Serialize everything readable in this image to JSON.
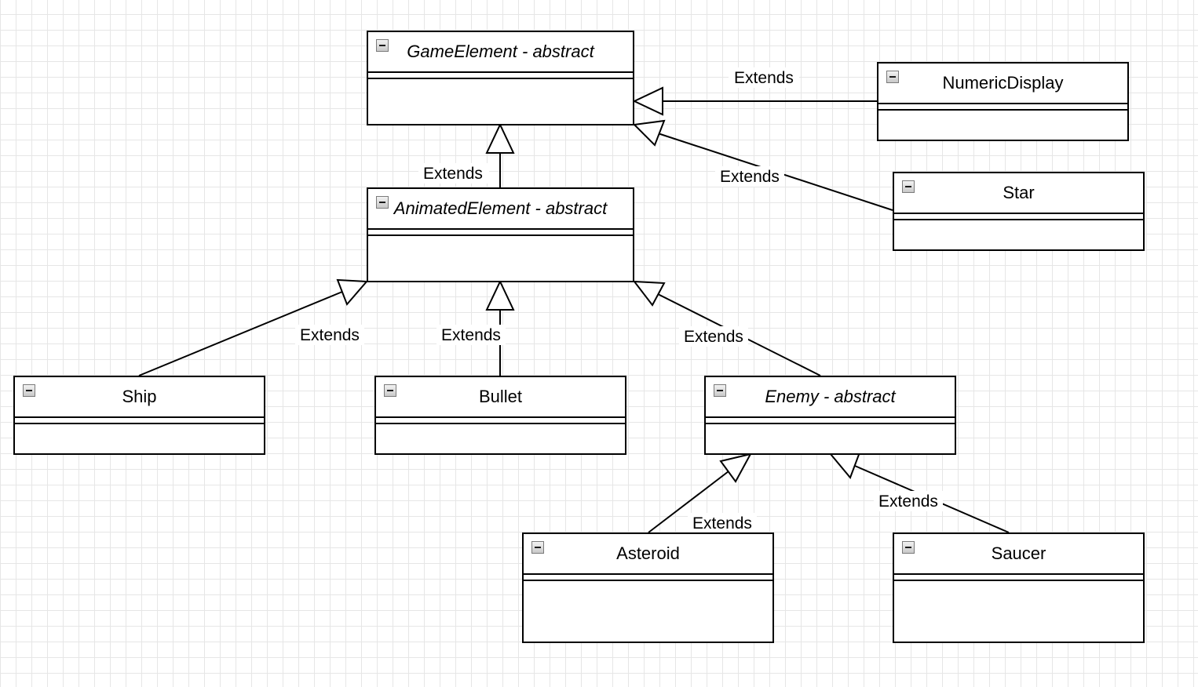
{
  "diagram": {
    "classes": {
      "game_element": {
        "name": "GameElement - abstract",
        "italic": true
      },
      "numeric_display": {
        "name": "NumericDisplay",
        "italic": false
      },
      "star": {
        "name": "Star",
        "italic": false
      },
      "animated_element": {
        "name": "AnimatedElement - abstract",
        "italic": true
      },
      "ship": {
        "name": "Ship",
        "italic": false
      },
      "bullet": {
        "name": "Bullet",
        "italic": false
      },
      "enemy": {
        "name": "Enemy - abstract",
        "italic": true
      },
      "asteroid": {
        "name": "Asteroid",
        "italic": false
      },
      "saucer": {
        "name": "Saucer",
        "italic": false
      }
    },
    "relations": [
      {
        "from": "NumericDisplay",
        "to": "GameElement - abstract",
        "label": "Extends"
      },
      {
        "from": "Star",
        "to": "GameElement - abstract",
        "label": "Extends"
      },
      {
        "from": "AnimatedElement - abstract",
        "to": "GameElement - abstract",
        "label": "Extends"
      },
      {
        "from": "Ship",
        "to": "AnimatedElement - abstract",
        "label": "Extends"
      },
      {
        "from": "Bullet",
        "to": "AnimatedElement - abstract",
        "label": "Extends"
      },
      {
        "from": "Enemy - abstract",
        "to": "AnimatedElement - abstract",
        "label": "Extends"
      },
      {
        "from": "Asteroid",
        "to": "Enemy - abstract",
        "label": "Extends"
      },
      {
        "from": "Saucer",
        "to": "Enemy - abstract",
        "label": "Extends"
      }
    ]
  },
  "colors": {
    "background": "#ffffff",
    "grid": "#e6e6e6",
    "stroke": "#000000",
    "class_fill": "#ffffff"
  }
}
